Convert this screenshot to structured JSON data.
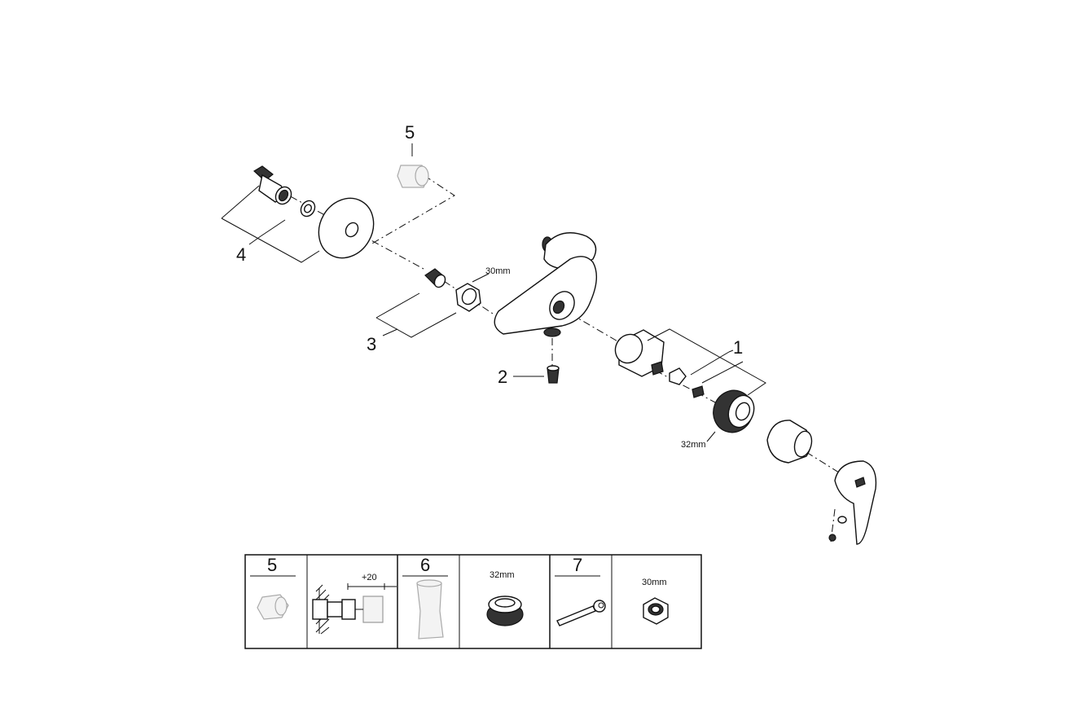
{
  "diagram": {
    "callouts": {
      "c1": "1",
      "c2": "2",
      "c3": "3",
      "c4": "4",
      "c5": "5"
    },
    "dimensions": {
      "nut_size": "30mm",
      "cartridge_nut_size": "32mm"
    }
  },
  "accessory_table": {
    "cells": [
      {
        "number": "5"
      },
      {
        "label": "+20"
      },
      {
        "number": "6"
      },
      {
        "label": "32mm"
      },
      {
        "number": "7"
      },
      {
        "label": "30mm"
      }
    ]
  }
}
